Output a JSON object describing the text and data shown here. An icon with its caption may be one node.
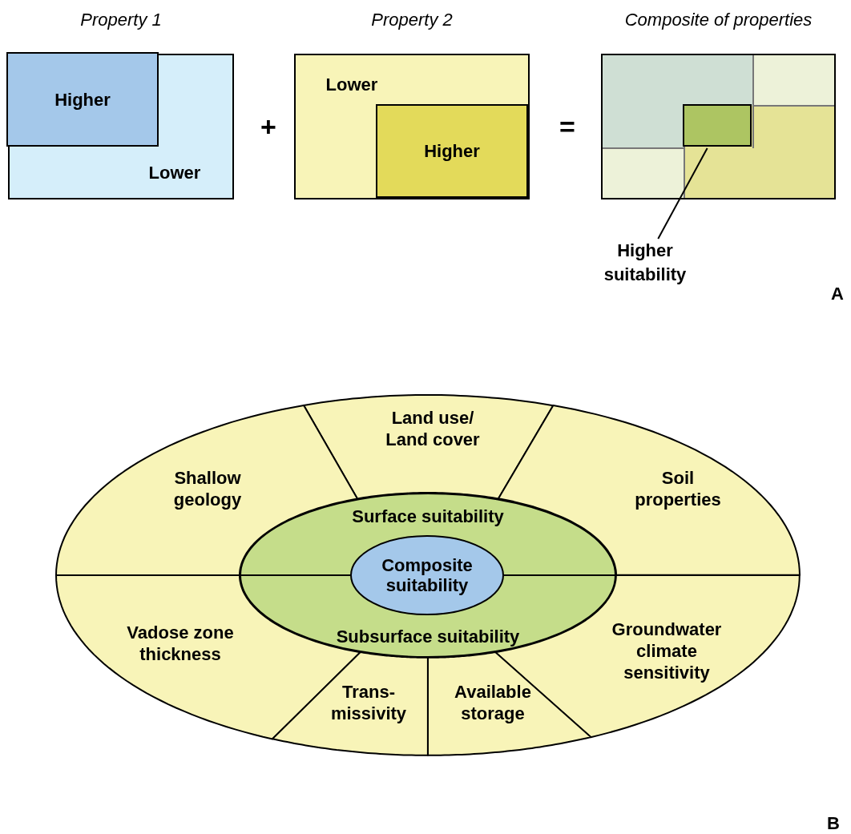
{
  "diagram": {
    "nodes": [
      {
        "text": [
          "Property 1",
          "Lower"
        ]
      },
      {
        "text": [
          "Higher"
        ],
        "in": 0
      },
      {
        "text": [
          "Property 2",
          "Lower"
        ]
      },
      {
        "text": [
          "Higher"
        ],
        "in": 2
      },
      {
        "text": [
          "Composite of properties"
        ]
      },
      {
        "text": [],
        "shape": "box",
        "in": 4
      },
      {
        "text": [
          "Higher suitability"
        ]
      },
      {
        "text": [
          "Land use/ Land cover"
        ]
      },
      {
        "text": [
          "Shallow geology"
        ]
      },
      {
        "text": [
          "Soil properties"
        ]
      },
      {
        "text": [
          "Surface suitability",
          "Subsurface suitability"
        ]
      },
      {
        "text": [
          "Composite suitability"
        ],
        "in": 10
      },
      {
        "text": [
          "Vadose zone thickness"
        ]
      },
      {
        "text": [
          "Groundwater climate sensitivity"
        ]
      },
      {
        "text": [
          "Trans- missivity"
        ]
      },
      {
        "text": [
          "Available storage"
        ]
      }
    ],
    "edges": [
      {
        "from": 6,
        "to": 5,
        "arrow": "none"
      }
    ],
    "labels": [
      "+",
      "=",
      "A",
      "B"
    ]
  }
}
